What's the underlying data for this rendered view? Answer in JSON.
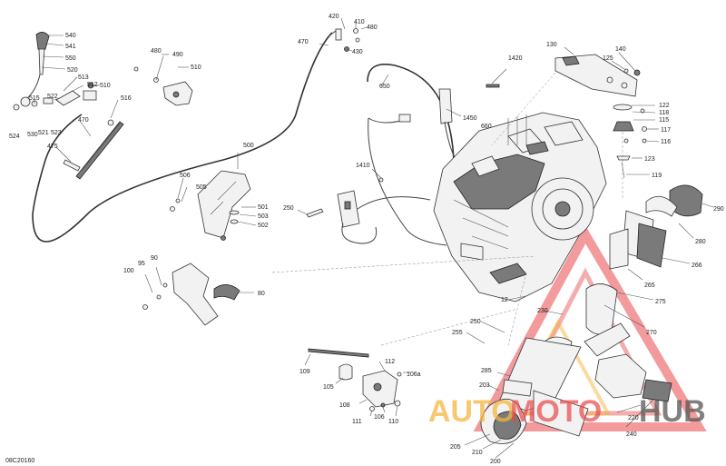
{
  "diagram": {
    "code": "08C20160",
    "callouts": {
      "c540": "540",
      "c541": "541",
      "c550": "550",
      "c520": "520",
      "c513": "513",
      "c512": "512",
      "c510": "510",
      "c522": "522",
      "c515": "515",
      "c516": "516",
      "c470a": "470",
      "c524": "524",
      "c530": "530",
      "c521": "521",
      "c523": "523",
      "c475": "475",
      "c480": "480",
      "c490": "490",
      "c510b": "510",
      "c420": "420",
      "c410": "410",
      "c480b": "480",
      "c430": "430",
      "c470b": "470",
      "c650": "650",
      "c1420": "1420",
      "c1450": "1450",
      "c660": "660",
      "c1410": "1410",
      "c250": "250",
      "c130": "130",
      "c140": "140",
      "c125": "125",
      "c122": "122",
      "c118": "118",
      "c115": "115",
      "c117": "117",
      "c116": "116",
      "c123": "123",
      "c119": "119",
      "c500": "500",
      "c506": "506",
      "c505": "505",
      "c501": "501",
      "c503": "503",
      "c502": "502",
      "c290": "290",
      "c280": "280",
      "c266": "266",
      "c265": "265",
      "c275": "275",
      "c270": "270",
      "c12": "12",
      "c230": "230",
      "c250b": "250",
      "c255": "255",
      "c285": "285",
      "c203": "203",
      "c220": "220",
      "c240": "240",
      "c205": "205",
      "c210": "210",
      "c200": "200",
      "c90": "90",
      "c95": "95",
      "c100": "100",
      "c80": "80",
      "c109": "109",
      "c112": "112",
      "c105": "105",
      "c106a": "106a",
      "c108": "108",
      "c106": "106",
      "c111": "111",
      "c110": "110"
    }
  },
  "watermark": {
    "word1": "AUTO",
    "word2": "MOTO",
    "word3": "HUB",
    "colors": {
      "auto": "#f4b640",
      "moto": "#e8474a",
      "hub": "#555555"
    }
  }
}
